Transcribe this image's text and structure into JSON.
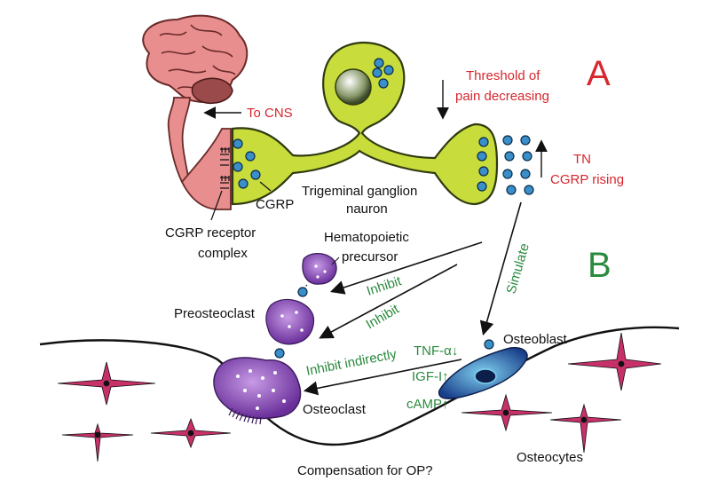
{
  "panels": {
    "a": "A",
    "b": "B"
  },
  "labels": {
    "to_cns": "To CNS",
    "threshold_line1": "Threshold of",
    "threshold_line2": "pain decreasing",
    "tn": "TN",
    "cgrp_rising": "CGRP rising",
    "tg_line1": "Trigeminal ganglion",
    "tg_line2": "nauron",
    "cgrp": "CGRP",
    "receptor_line1": "CGRP receptor",
    "receptor_line2": "complex",
    "hemato_line1": "Hematopoietic",
    "hemato_line2": "precursor",
    "preosteoclast": "Preosteoclast",
    "osteoclast": "Osteoclast",
    "osteoblast": "Osteoblast",
    "osteocytes": "Osteocytes",
    "compensation": "Compensation for OP?",
    "inhibit_1": "Inhibit",
    "inhibit_2": "Inhibit",
    "inhibit_indirectly": "Inhibit indirectly",
    "simulate": "Simulate",
    "tnf": "TNF-α↓",
    "igf": "IGF-I↑",
    "camp": "cAMP↑"
  },
  "colors": {
    "neuron_fill": "#c8dc3c",
    "vesicle": "#3a8fc9",
    "brain": "#e88e8e",
    "clast": "#8a4fb8",
    "blast": "#2a5aa8",
    "osteocyte": "#c8306a",
    "red_text": "#d7262e",
    "green_text": "#2a8a3e"
  }
}
